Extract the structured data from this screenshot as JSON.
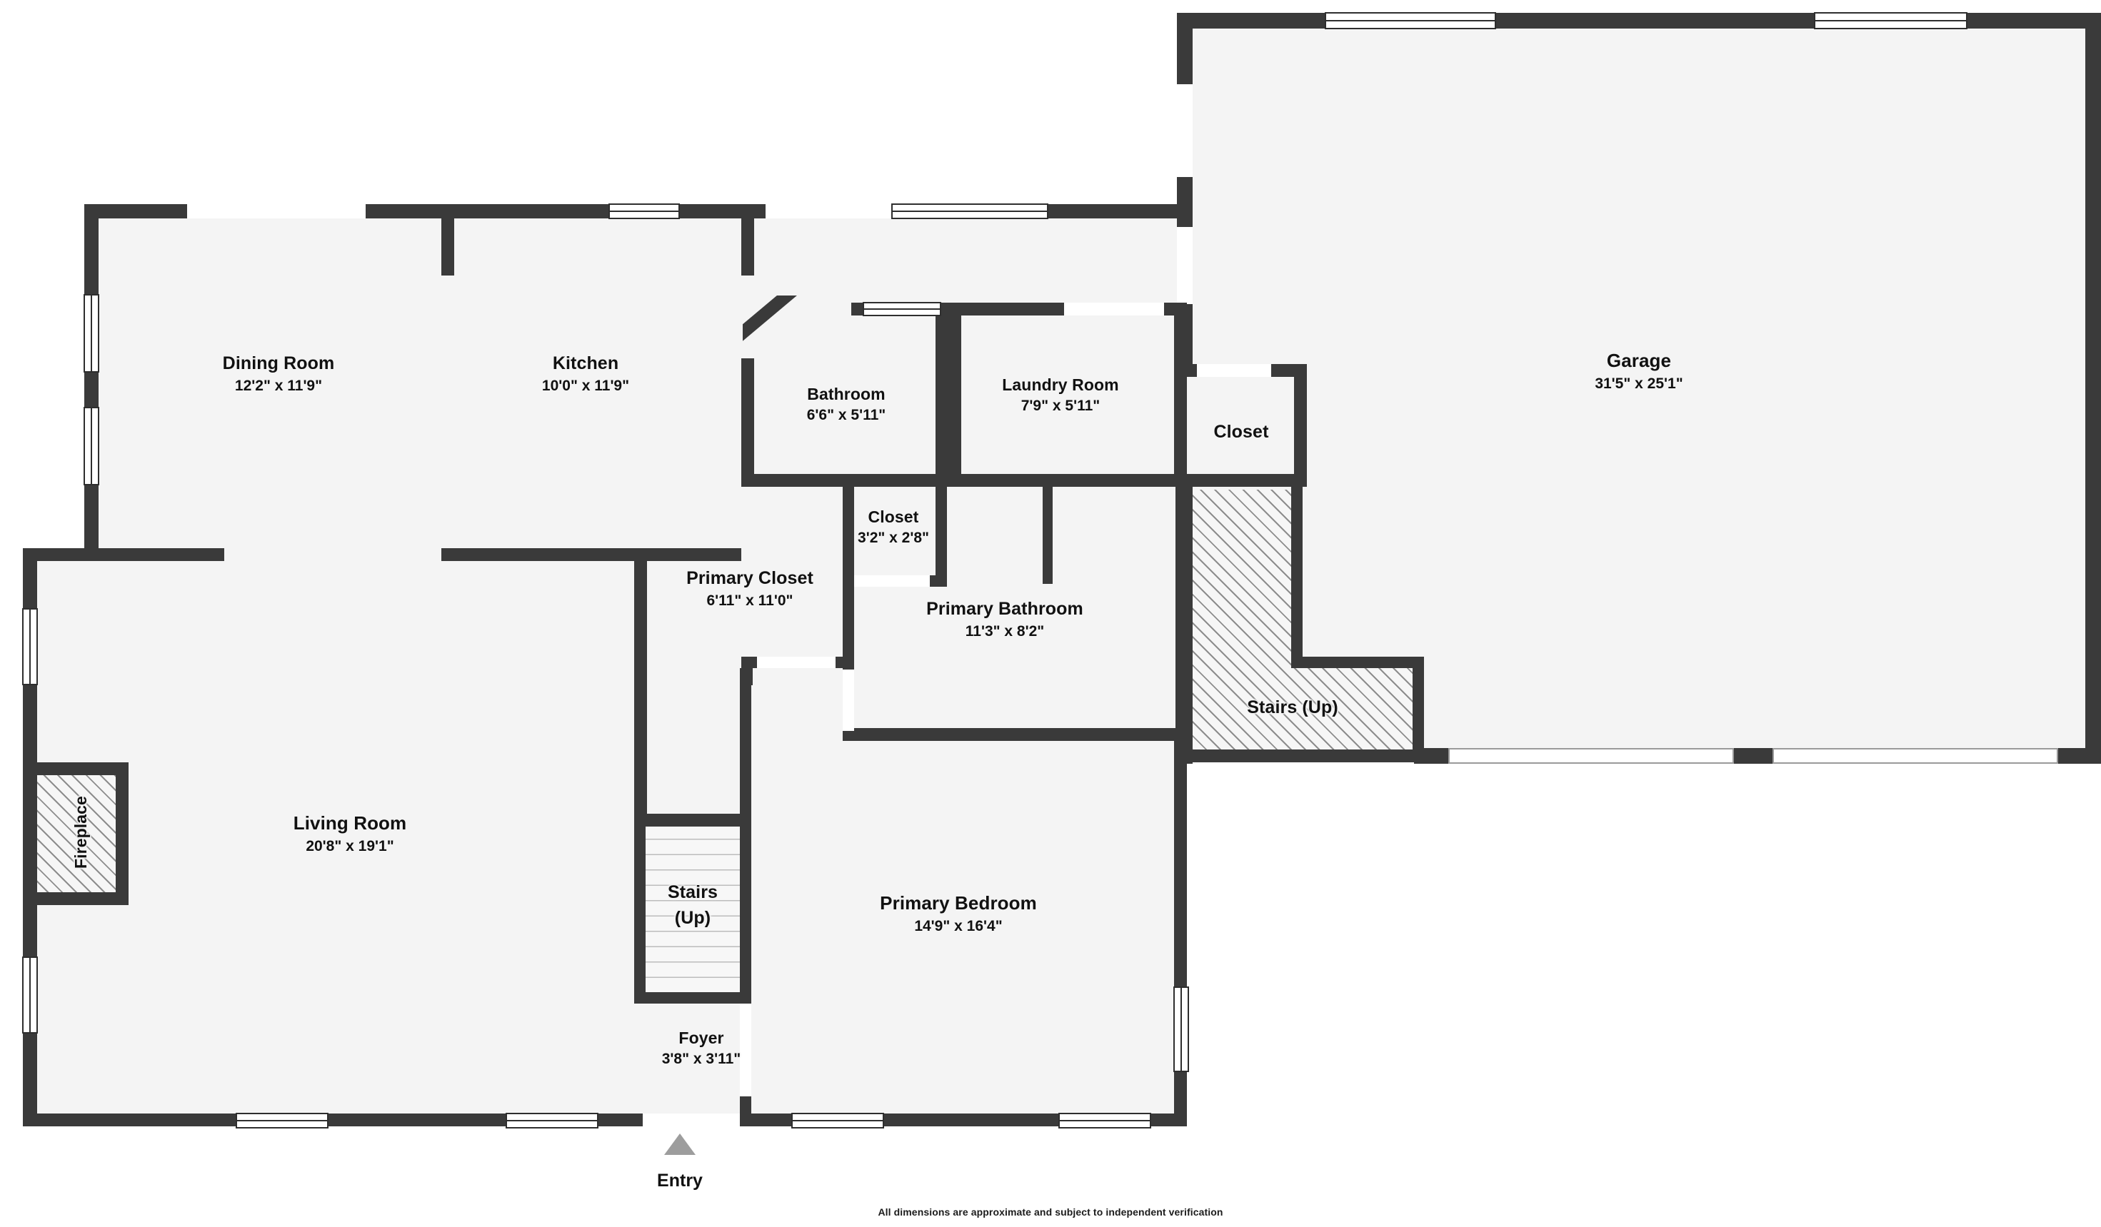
{
  "document": {
    "type": "floor-plan",
    "disclaimer": "All dimensions are approximate and subject to independent verification"
  },
  "colors": {
    "wall": "#3a3a3a",
    "floor": "#f4f4f4",
    "background": "#ffffff",
    "hatch_line": "#8d8d8d",
    "entry_marker": "#9d9d9d",
    "text": "#111111"
  },
  "entry": {
    "label": "Entry",
    "marker": "up-triangle"
  },
  "rooms": [
    {
      "id": "dining-room",
      "name": "Dining Room",
      "dimensions": "12'2\" x 11'9\""
    },
    {
      "id": "kitchen",
      "name": "Kitchen",
      "dimensions": "10'0\" x 11'9\""
    },
    {
      "id": "bathroom",
      "name": "Bathroom",
      "dimensions": "6'6\" x 5'11\""
    },
    {
      "id": "laundry-room",
      "name": "Laundry Room",
      "dimensions": "7'9\" x 5'11\""
    },
    {
      "id": "closet-hall",
      "name": "Closet",
      "dimensions": ""
    },
    {
      "id": "garage",
      "name": "Garage",
      "dimensions": "31'5\" x 25'1\""
    },
    {
      "id": "closet-small",
      "name": "Closet",
      "dimensions": "3'2\" x 2'8\""
    },
    {
      "id": "primary-closet",
      "name": "Primary Closet",
      "dimensions": "6'11\" x 11'0\""
    },
    {
      "id": "primary-bathroom",
      "name": "Primary Bathroom",
      "dimensions": "11'3\" x 8'2\""
    },
    {
      "id": "stairs-up-garage",
      "name": "Stairs (Up)",
      "dimensions": ""
    },
    {
      "id": "living-room",
      "name": "Living Room",
      "dimensions": "20'8\" x 19'1\""
    },
    {
      "id": "fireplace",
      "name": "Fireplace",
      "dimensions": ""
    },
    {
      "id": "stairs-interior",
      "name": "Stairs",
      "dimensions": "(Up)"
    },
    {
      "id": "primary-bedroom",
      "name": "Primary Bedroom",
      "dimensions": "14'9\" x 16'4\""
    },
    {
      "id": "foyer",
      "name": "Foyer",
      "dimensions": "3'8\" x 3'11\""
    }
  ]
}
